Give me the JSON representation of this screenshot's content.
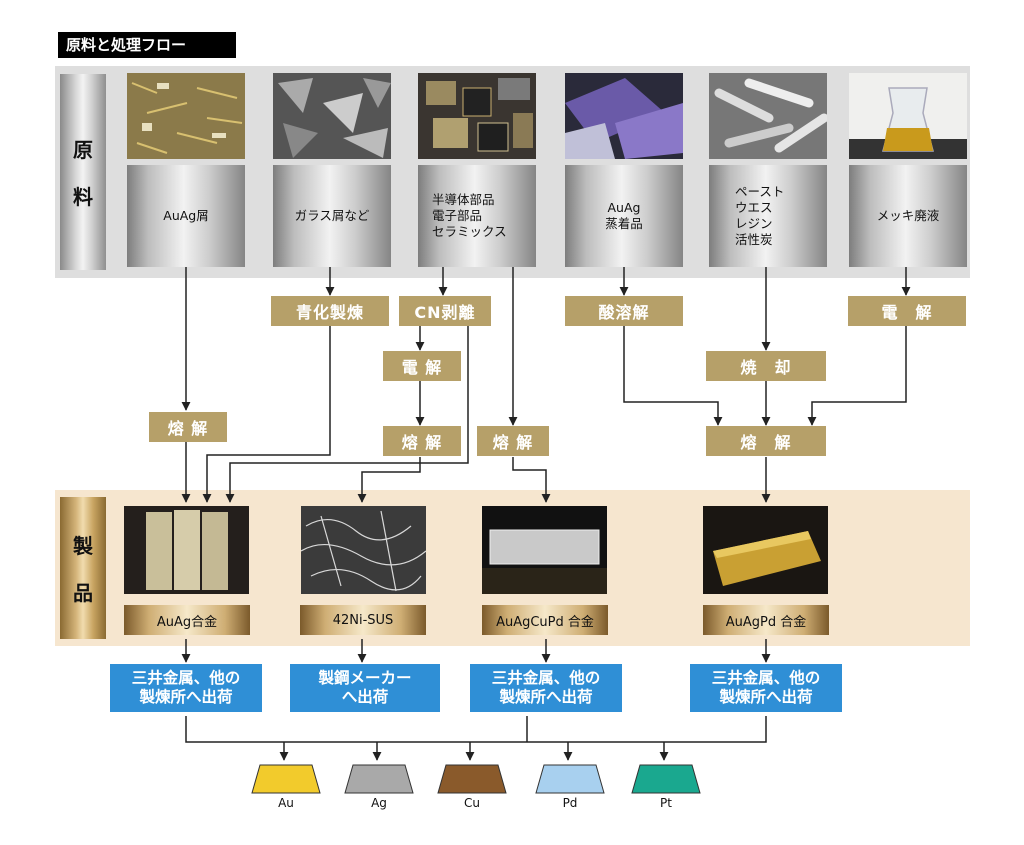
{
  "title": "原料と処理フロー",
  "side_labels": {
    "raw": [
      "原",
      "料"
    ],
    "product": [
      "製",
      "品"
    ]
  },
  "raw_materials": [
    {
      "label": "AuAg屑"
    },
    {
      "label": "ガラス屑など"
    },
    {
      "label": "半導体部品\n電子部品\nセラミックス"
    },
    {
      "label": "AuAg\n蒸着品"
    },
    {
      "label": "ペースト\nウエス\nレジン\n活性炭"
    },
    {
      "label": "メッキ廃液"
    }
  ],
  "processes": {
    "cyanide_smelting": "青化製煉",
    "cn_stripping": "CN剥離",
    "acid_dissolution": "酸溶解",
    "electrolysis_a": "電 解",
    "electrolysis_b": "電　解",
    "roasting": "焼　却",
    "melting_1": "熔 解",
    "melting_2": "熔 解",
    "melting_3": "熔 解",
    "melting_4": "熔　解"
  },
  "products": [
    {
      "label": "AuAg合金"
    },
    {
      "label": "42Ni-SUS"
    },
    {
      "label": "AuAgCuPd 合金"
    },
    {
      "label": "AuAgPd 合金"
    }
  ],
  "shipping": [
    {
      "label": "三井金属、他の\n製煉所へ出荷"
    },
    {
      "label": "製鋼メーカー\nへ出荷"
    },
    {
      "label": "三井金属、他の\n製煉所へ出荷"
    },
    {
      "label": "三井金属、他の\n製煉所へ出荷"
    }
  ],
  "metals": [
    {
      "label": "Au",
      "color": "#f2cb2c"
    },
    {
      "label": "Ag",
      "color": "#a9a9a9"
    },
    {
      "label": "Cu",
      "color": "#8a5a2b"
    },
    {
      "label": "Pd",
      "color": "#a8d0ef"
    },
    {
      "label": "Pt",
      "color": "#1aa88f"
    }
  ]
}
